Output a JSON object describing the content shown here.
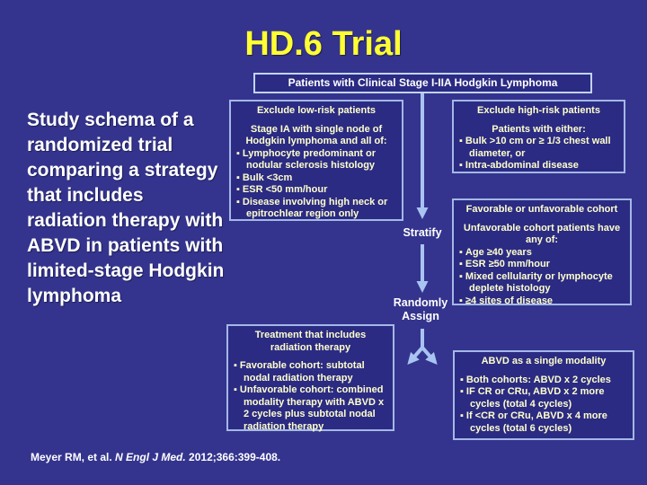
{
  "slide": {
    "title": "HD.6 Trial",
    "subtitle": "Patients with Clinical Stage I-IIA Hodgkin Lymphoma",
    "description": "Study schema of a randomized trial comparing a strategy that includes radiation therapy with ABVD in patients with limited-stage Hodgkin lymphoma",
    "citation_prefix": "Meyer RM, et al. ",
    "citation_journal": "N Engl J Med.",
    "citation_suffix": " 2012;366:399-408."
  },
  "flow": {
    "stratify_label": "Stratify",
    "assign_label": "Randomly Assign"
  },
  "ui": {
    "bullet_char": "▪"
  },
  "boxes": {
    "exclude_low": {
      "header": "Exclude low-risk patients",
      "subheader": "Stage IA with single node of Hodgkin lymphoma and all of:",
      "bullets": [
        "Lymphocyte predominant or nodular sclerosis histology",
        "Bulk <3cm",
        "ESR <50 mm/hour",
        "Disease involving high neck or epitrochlear region only"
      ]
    },
    "exclude_high": {
      "header": "Exclude high-risk patients",
      "subheader": "Patients with either:",
      "bullets": [
        "Bulk >10 cm or ≥ 1/3 chest wall diameter, or",
        "Intra-abdominal disease"
      ]
    },
    "cohort": {
      "header": "Favorable or unfavorable cohort",
      "subheader": "Unfavorable cohort patients have any of:",
      "bullets": [
        "Age ≥40 years",
        "ESR ≥50 mm/hour",
        "Mixed cellularity or lymphocyte deplete histology",
        "≥4 sites of disease"
      ]
    },
    "treatment": {
      "header": "Treatment that includes radiation therapy",
      "bullets": [
        "Favorable cohort: subtotal nodal radiation therapy",
        "Unfavorable cohort: combined modality therapy with ABVD x 2 cycles plus subtotal nodal radiation therapy"
      ]
    },
    "abvd": {
      "header": "ABVD as a single modality",
      "bullets": [
        "Both cohorts: ABVD x 2 cycles",
        "IF CR or CRu, ABVD x 2 more cycles (total 4 cycles)",
        "If <CR or CRu, ABVD x 4 more cycles (total 6 cycles)"
      ]
    }
  },
  "colors": {
    "background": "#34348E",
    "box_fill": "#2B2B84",
    "box_border": "#A4B8E6",
    "subtitle_border": "#C2D4F4",
    "title_yellow": "#FFFF33",
    "box_text_cream": "#FFFFCC",
    "white_text": "#FFFFFF",
    "arrow_blue": "#A9C4F0"
  }
}
